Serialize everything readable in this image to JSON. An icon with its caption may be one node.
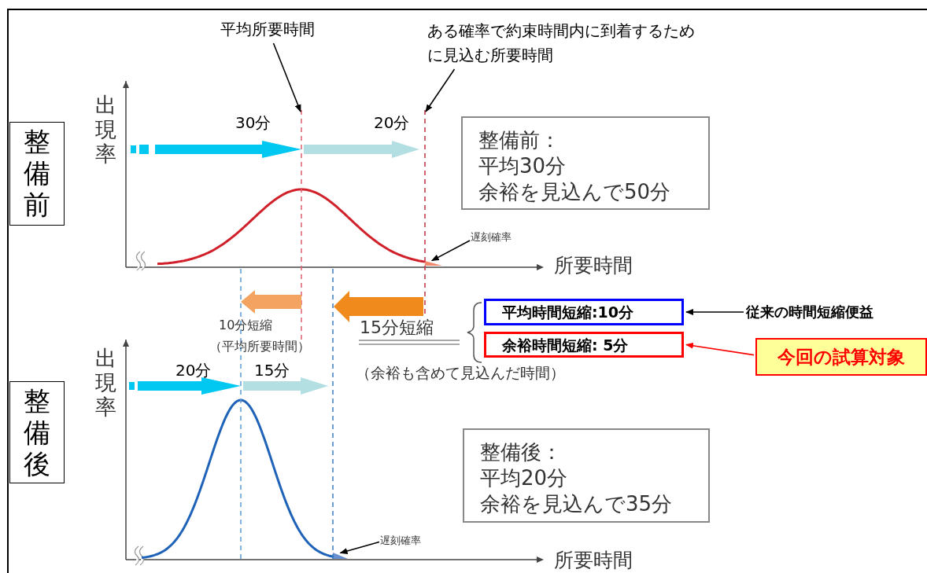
{
  "diagram": {
    "nodes": [
      {
        "text": [
          "平均所要時間"
        ]
      },
      {
        "text": [
          "ある確率で約束時間内に到着するために見込む所要時間"
        ]
      },
      {
        "text": [
          "整備前"
        ]
      },
      {
        "text": [
          "整備前：",
          "平均30分",
          "余裕を見込んで50分"
        ]
      },
      {
        "text": [
          "遅刻確率"
        ]
      },
      {
        "text": [
          "平均時間短縮:10分"
        ]
      },
      {
        "text": [
          "余裕時間短縮: 5分"
        ]
      },
      {
        "text": [
          "従来の時間短縮便益"
        ]
      },
      {
        "text": [
          "今回の試算対象"
        ]
      },
      {
        "text": [
          "整備後"
        ]
      },
      {
        "text": [
          "整備後：",
          "平均20分",
          "余裕を見込んで35分"
        ]
      },
      {
        "text": [
          "遅刻確率"
        ]
      },
      {
        "text": [],
        "shape": "triangle"
      },
      {
        "text": [],
        "shape": "triangle"
      }
    ],
    "edges": [
      {
        "from": 0,
        "to": null,
        "arrow": "to"
      },
      {
        "from": 1,
        "to": null,
        "arrow": "to"
      },
      {
        "from": 4,
        "to": 12,
        "arrow": "to"
      },
      {
        "from": 7,
        "to": 5,
        "arrow": "to"
      },
      {
        "from": 8,
        "to": 6,
        "arrow": "to",
        "color": "#ff0000"
      },
      {
        "from": 11,
        "to": 13,
        "arrow": "to"
      }
    ],
    "labels": [
      "出現率",
      "30分",
      "20分",
      "所要時間",
      "10分短縮",
      "（平均所要時間）",
      "15分短縮",
      "（余裕も含めて見込んだ時間）",
      "出現率",
      "20分",
      "15分",
      "所要時間"
    ]
  }
}
